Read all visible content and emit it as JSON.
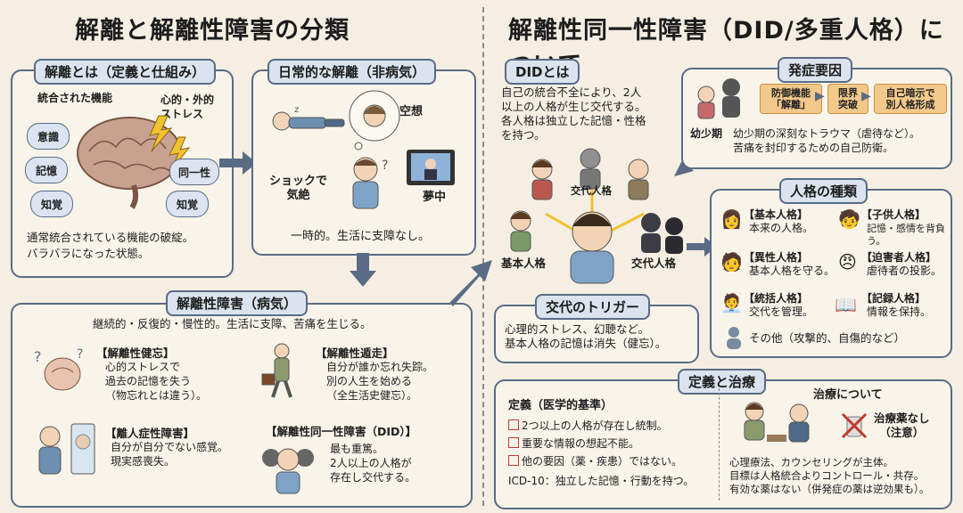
{
  "left_title": "解離と解離性障害の分類",
  "right_title": "解離性同一性障害（DID/多重人格）について",
  "kairi_towa": {
    "title": "解離とは（定義と仕組み）",
    "integrated": "統合された機能",
    "stress": "心的・外的\nストレス",
    "f1": "意識",
    "f2": "記憶",
    "f3": "知覚",
    "f4": "同一性",
    "f5": "知覚",
    "desc": "通常統合されている機能の破綻。\nバラバラになった状態。"
  },
  "nichijo": {
    "title": "日常的な解離（非病気）",
    "kuso": "空想",
    "shock": "ショックで\n気絶",
    "muchu": "夢中",
    "desc": "一時的。生活に支障なし。"
  },
  "disorders": {
    "title": "解離性障害（病気）",
    "summary": "継続的・反復的・慢性的。生活に支障、苦痛を生じる。",
    "amnesia_title": "【解離性健忘】",
    "amnesia_desc": "心的ストレスで\n過去の記憶を失う\n（物忘れとは違う）。",
    "fugue_title": "【解離性遁走】",
    "fugue_desc": "自分が誰か忘れ失踪。\n別の人生を始める\n（全生活史健忘）。",
    "depers_title": "【離人症性障害】",
    "depers_desc": "自分が自分でない感覚。\n現実感喪失。",
    "did_title": "【解離性同一性障害（DID）】",
    "did_desc": "最も重篤。\n2人以上の人格が\n存在し交代する。"
  },
  "did_towa": {
    "title": "DIDとは",
    "desc": "自己の統合不全により、2人\n以上の人格が生じ交代する。\n各人格は独立した記憶・性格\nを持つ。",
    "alter1": "交代人格",
    "host": "基本人格",
    "alter2": "交代人格"
  },
  "cause": {
    "title": "発症要因",
    "step1": "防御機能\n「解離」",
    "step2": "限界\n突破",
    "step3": "自己暗示で\n別人格形成",
    "period": "幼少期",
    "desc": "幼少期の深刻なトラウマ（虐待など）。\n苦痛を封印するための自己防衛。"
  },
  "types": {
    "title": "人格の種類",
    "basic_t": "【基本人格】",
    "basic_d": "本来の人格。",
    "child_t": "【子供人格】",
    "child_d": "記憶・感情を背負う。",
    "opp_t": "【異性人格】",
    "opp_d": "基本人格を守る。",
    "pers_t": "【迫害者人格】",
    "pers_d": "虐待者の投影。",
    "admin_t": "【統括人格】",
    "admin_d": "交代を管理。",
    "record_t": "【記録人格】",
    "record_d": "情報を保持。",
    "other": "その他（攻撃的、自傷的など）"
  },
  "trigger": {
    "title": "交代のトリガー",
    "desc": "心理的ストレス、幻聴など。\n基本人格の記憶は消失（健忘）。"
  },
  "treatment": {
    "title": "定義と治療",
    "def_title": "定義（医学的基準）",
    "c1": "2つ以上の人格が存在し統制。",
    "c2": "重要な情報の想起不能。",
    "c3": "他の要因（薬・疾患）ではない。",
    "icd": "ICD-10：独立した記憶・行動を持つ。",
    "treat_title": "治療について",
    "nodrug": "治療薬なし\n（注意）",
    "desc": "心理療法、カウンセリングが主体。\n目標は人格統合よりコントロール・共存。\n有効な薬はない（併発症の薬は逆効果も）。"
  }
}
